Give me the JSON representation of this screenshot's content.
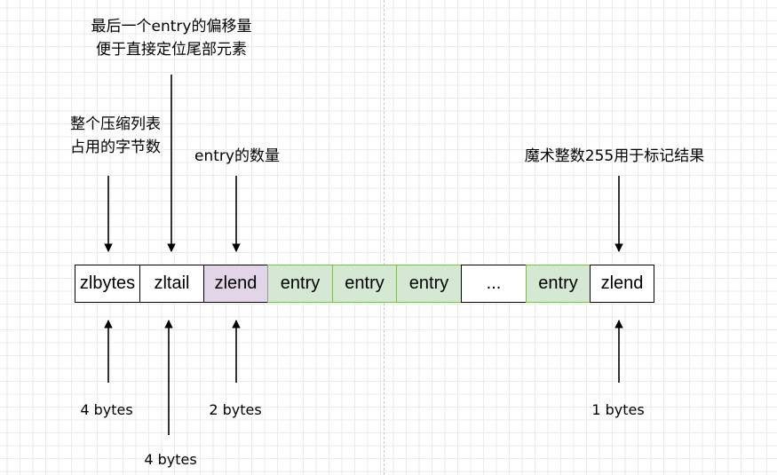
{
  "annotations": {
    "last_entry_offset": [
      "最后一个entry的偏移量",
      "便于直接定位尾部元素"
    ],
    "total_bytes": [
      "整个压缩列表",
      "占用的字节数"
    ],
    "entry_count": "entry的数量",
    "magic_end": "魔术整数255用于标记结果"
  },
  "cells": [
    {
      "label": "zlbytes",
      "fill": "#ffffff",
      "border": "#000000"
    },
    {
      "label": "zltail",
      "fill": "#ffffff",
      "border": "#000000"
    },
    {
      "label": "zlend",
      "fill": "#e1d5e7",
      "border": "#000000"
    },
    {
      "label": "entry",
      "fill": "#d5e8d4",
      "border": "#82b366"
    },
    {
      "label": "entry",
      "fill": "#d5e8d4",
      "border": "#82b366"
    },
    {
      "label": "entry",
      "fill": "#d5e8d4",
      "border": "#82b366"
    },
    {
      "label": "...",
      "fill": "#ffffff",
      "border": "#000000"
    },
    {
      "label": "entry",
      "fill": "#d5e8d4",
      "border": "#82b366"
    },
    {
      "label": "zlend",
      "fill": "#ffffff",
      "border": "#000000"
    }
  ],
  "sizes": {
    "zlbytes": "4 bytes",
    "zltail": "4 bytes",
    "zllen": "2 bytes",
    "zlend": "1 bytes"
  }
}
